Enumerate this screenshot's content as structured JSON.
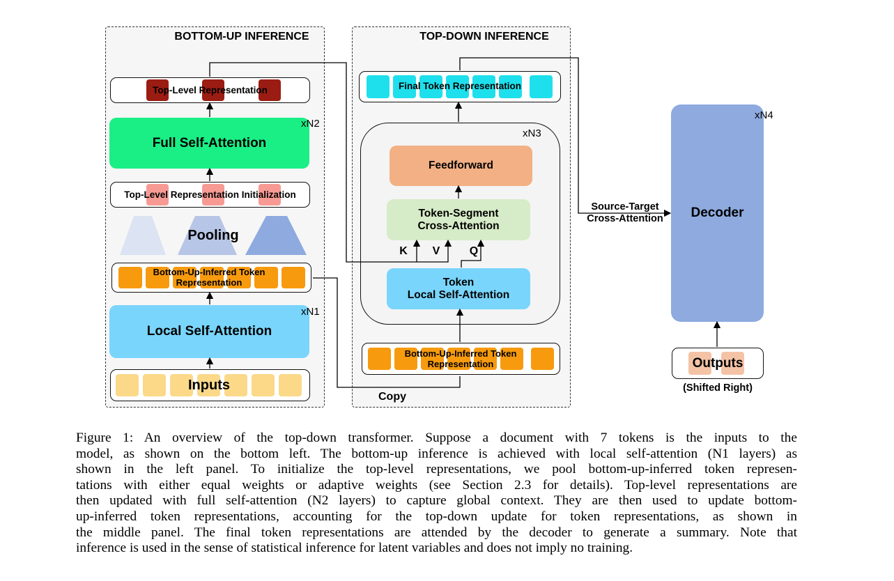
{
  "left_panel": {
    "title": "BOTTOM-UP INFERENCE",
    "top_level_repr": "Top-Level Representation",
    "full_self_attention": "Full Self-Attention",
    "mult_n2": "xN2",
    "top_level_init": "Top-Level Representation Initialization",
    "pooling": "Pooling",
    "bu_token_repr": "Bottom-Up-Inferred Token Representation",
    "local_self_attention": "Local Self-Attention",
    "mult_n1": "xN1",
    "inputs": "Inputs"
  },
  "middle_panel": {
    "title": "TOP-DOWN INFERENCE",
    "final_token_repr": "Final Token Representation",
    "mult_n3": "xN3",
    "feedforward": "Feedforward",
    "cross_attention_line1": "Token-Segment",
    "cross_attention_line2": "Cross-Attention",
    "k": "K",
    "v": "V",
    "q": "Q",
    "token_local_line1": "Token",
    "token_local_line2": "Local Self-Attention",
    "bu_token_repr": "Bottom-Up-Inferred Token Representation",
    "copy": "Copy"
  },
  "right": {
    "source_target_line1": "Source-Target",
    "source_target_line2": "Cross-Attention",
    "decoder": "Decoder",
    "mult_n4": "xN4",
    "outputs": "Outputs",
    "shifted_right": "(Shifted Right)"
  },
  "colors": {
    "token_orange": "#f79a0e",
    "top_level_red": "#9b1c12",
    "final_cyan": "#1ee0ec",
    "full_attention_green": "#1aef85",
    "local_attention_blue": "#79d5fb",
    "feedforward_peach": "#f2b084",
    "cross_attention_green": "#d6ebc7",
    "decoder_blue": "#8eaadf",
    "input_yellow": "#fbd989",
    "init_pink": "#f79a94",
    "output_peach": "#f4c3a6"
  },
  "caption": {
    "lines": [
      "Figure 1: An overview of the top-down transformer. Suppose a document with 7 tokens is the inputs to the",
      "model, as shown on the bottom left. The bottom-up inference is achieved with local self-attention (N1 layers) as",
      "shown in the left panel. To initialize the top-level representations, we pool bottom-up-inferred token represen-",
      "tations with either equal weights or adaptive weights (see Section 2.3 for details). Top-level representations are",
      "then updated with full self-attention (N2 layers) to capture global context. They are then used to update bottom-",
      "up-inferred token representations, accounting for the top-down update for token representations, as shown in",
      "the middle panel. The final token representations are attended by the decoder to generate a summary. Note that",
      "inference is used in the sense of statistical inference for latent variables and does not imply no training."
    ]
  }
}
